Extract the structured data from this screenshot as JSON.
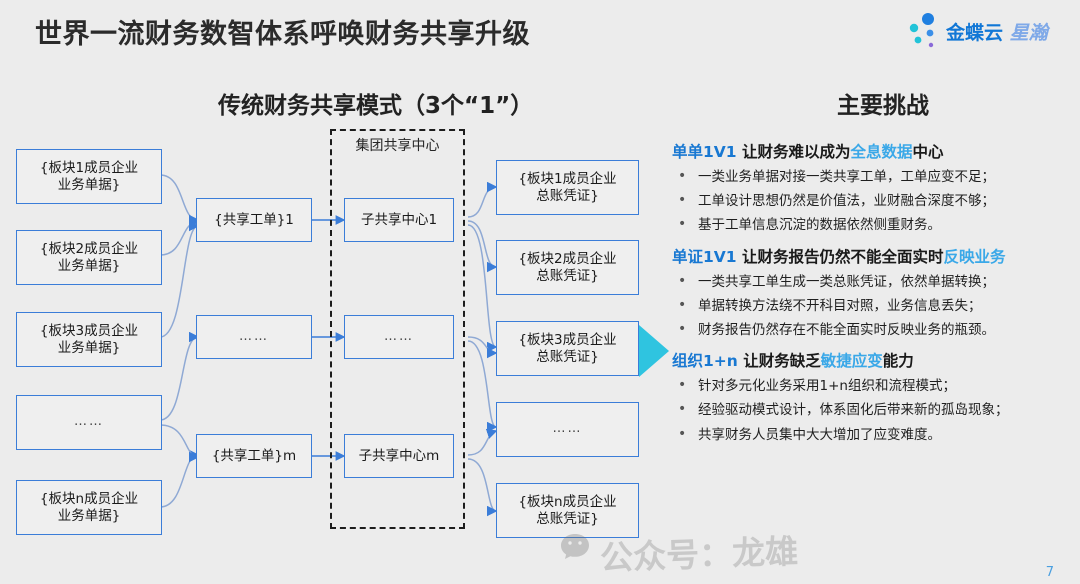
{
  "header": {
    "title": "世界一流财务数智体系呼唤财务共享升级",
    "logo_main": "金蝶云",
    "logo_sub": "星瀚",
    "logo_icon": "dot-cluster-icon"
  },
  "diagram": {
    "title": "传统财务共享模式（3个“1”）",
    "group_label": "集团共享中心",
    "source_nodes": [
      {
        "text": "{板块1成员企业\n业务单据}"
      },
      {
        "text": "{板块2成员企业\n业务单据}"
      },
      {
        "text": "{板块3成员企业\n业务单据}"
      },
      {
        "text": "……"
      },
      {
        "text": "{板块n成员企业\n业务单据}"
      }
    ],
    "order_nodes": [
      {
        "text": "{共享工单}1"
      },
      {
        "text": "……"
      },
      {
        "text": "{共享工单}m"
      }
    ],
    "center_nodes": [
      {
        "text": "子共享中心1"
      },
      {
        "text": "……"
      },
      {
        "text": "子共享中心m"
      }
    ],
    "voucher_nodes": [
      {
        "text": "{板块1成员企业\n总账凭证}"
      },
      {
        "text": "{板块2成员企业\n总账凭证}"
      },
      {
        "text": "{板块3成员企业\n总账凭证}"
      },
      {
        "text": "……"
      },
      {
        "text": "{板块n成员企业\n总账凭证}"
      }
    ],
    "arrow_icon": "cyan-triangle-arrow"
  },
  "challenges": {
    "title": "主要挑战",
    "items": [
      {
        "key": "单单1V1",
        "head_pre": " 让财务难以成为",
        "highlight": "全息数据",
        "head_post": "中心",
        "bullets": [
          "一类业务单据对接一类共享工单，工单应变不足；",
          "工单设计思想仍然是价值法，业财融合深度不够；",
          "基于工单信息沉淀的数据依然侧重财务。"
        ]
      },
      {
        "key": "单证1V1",
        "head_pre": " 让财务报告仍然不能全面实时",
        "highlight": "反映业务",
        "head_post": "",
        "bullets": [
          "一类共享工单生成一类总账凭证，依然单据转换；",
          "单据转换方法绕不开科目对照，业务信息丢失；",
          "财务报告仍然存在不能全面实时反映业务的瓶颈。"
        ]
      },
      {
        "key": "组织1+n",
        "head_pre": " 让财务缺乏",
        "highlight": "敏捷应变",
        "head_post": "能力",
        "bullets": [
          "针对多元化业务采用1+n组织和流程模式；",
          "经验驱动模式设计，体系固化后带来新的孤岛现象；",
          "共享财务人员集中大大增加了应变难度。"
        ]
      }
    ]
  },
  "watermark": {
    "text": "公众号：龙雄",
    "icon": "wechat-icon"
  },
  "page_number": "7",
  "colors": {
    "background": "#ececec",
    "node_border": "#3b7dd8",
    "accent_blue": "#1878d2",
    "highlight_blue": "#3aa8e8",
    "cyan": "#2fc4e0"
  }
}
